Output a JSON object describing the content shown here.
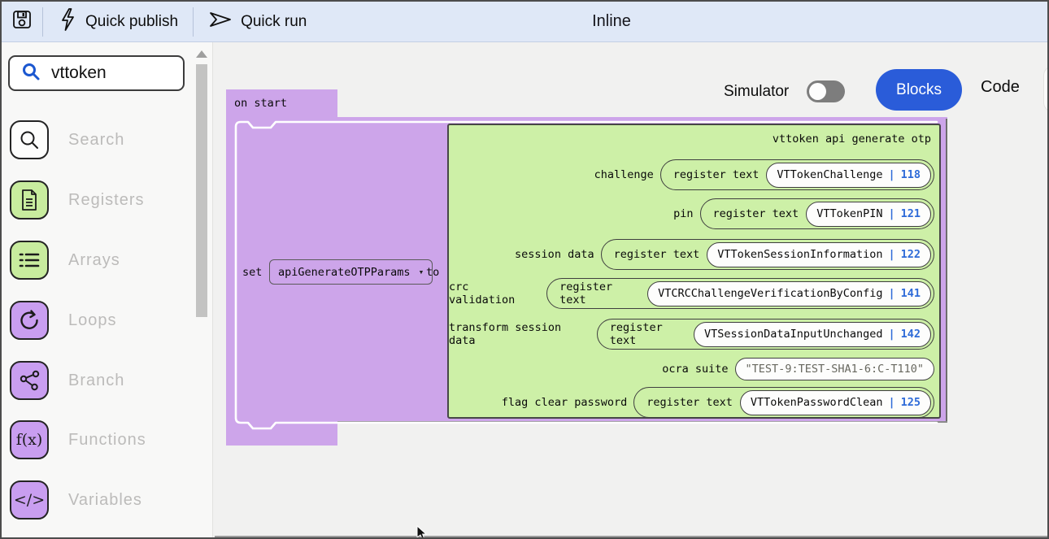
{
  "toolbar": {
    "quick_publish_label": "Quick publish",
    "quick_run_label": "Quick run",
    "title": "Inline"
  },
  "sidebar": {
    "search": {
      "value": "vttoken"
    },
    "items": [
      {
        "label": "Search",
        "tile_color": "white"
      },
      {
        "label": "Registers",
        "tile_color": "green"
      },
      {
        "label": "Arrays",
        "tile_color": "green"
      },
      {
        "label": "Loops",
        "tile_color": "purple"
      },
      {
        "label": "Branch",
        "tile_color": "purple"
      },
      {
        "label": "Functions",
        "tile_color": "purple",
        "icon_text": "f(x)"
      },
      {
        "label": "Variables",
        "tile_color": "purple",
        "icon_text": "</>"
      }
    ]
  },
  "canvas": {
    "view_controls": {
      "simulator_label": "Simulator",
      "simulator_on": false,
      "blocks_label": "Blocks",
      "code_label": "Code"
    },
    "on_start_block": {
      "label": "on start"
    },
    "set_block": {
      "set_label": "set",
      "dropdown_value": "apiGenerateOTPParams",
      "caret": "▾",
      "to_label": "to"
    },
    "otp_block": {
      "title": "vttoken api generate otp",
      "rows": [
        {
          "label": "challenge",
          "type": "register",
          "register_label": "register text",
          "name": "VTTokenChallenge",
          "number": "118"
        },
        {
          "label": "pin",
          "type": "register",
          "register_label": "register text",
          "name": "VTTokenPIN",
          "number": "121"
        },
        {
          "label": "session data",
          "type": "register",
          "register_label": "register text",
          "name": "VTTokenSessionInformation",
          "number": "122"
        },
        {
          "label": "crc validation",
          "type": "register",
          "register_label": "register text",
          "name": "VTCRCChallengeVerificationByConfig",
          "number": "141"
        },
        {
          "label": "transform session data",
          "type": "register",
          "register_label": "register text",
          "name": "VTSessionDataInputUnchanged",
          "number": "142"
        },
        {
          "label": "ocra suite",
          "type": "string",
          "value": "\"TEST-9:TEST-SHA1-6:C-T110\""
        },
        {
          "label": "flag clear password",
          "type": "register",
          "register_label": "register text",
          "name": "VTTokenPasswordClean",
          "number": "125"
        }
      ]
    }
  },
  "colors": {
    "accent_blue": "#2a5cd9",
    "number_blue": "#2e6bd8",
    "block_purple": "#cda5ea",
    "block_green": "#cdf0a7",
    "tile_green": "#c8ec9e",
    "tile_purple": "#c99ef0",
    "topbar_bg": "#dfe8f7"
  }
}
